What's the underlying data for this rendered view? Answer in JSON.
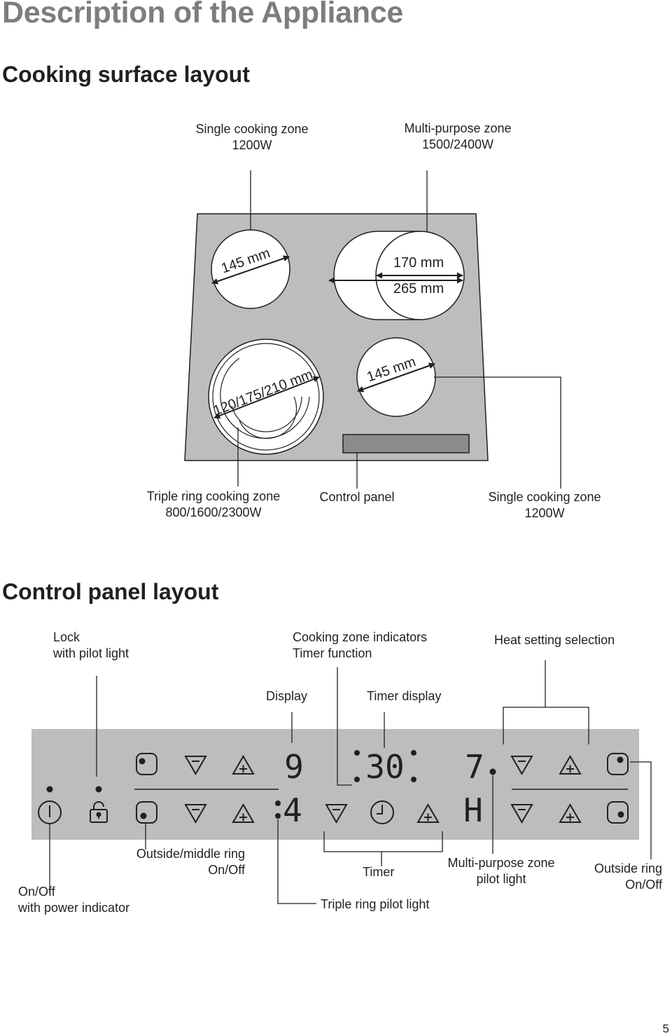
{
  "page": {
    "title": "Description of the Appliance",
    "page_number": "5"
  },
  "cooking_surface": {
    "heading": "Cooking surface layout",
    "top_left": {
      "name": "Single cooking zone",
      "power": "1200W"
    },
    "top_right": {
      "name": "Multi-purpose zone",
      "power": "1500/2400W"
    },
    "bottom_left": {
      "name": "Triple ring cooking zone",
      "power": "800/1600/2300W"
    },
    "control_panel": "Control panel",
    "bottom_right": {
      "name": "Single cooking zone",
      "power": "1200W"
    },
    "dimensions": {
      "top_left": "145 mm",
      "inner": "170 mm",
      "outer": "265 mm",
      "triple": "120/175/210 mm",
      "bottom_right": "145 mm"
    }
  },
  "control_panel_layout": {
    "heading": "Control panel layout",
    "lock": {
      "line1": "Lock",
      "line2": "with pilot light"
    },
    "indicators": {
      "line1": "Cooking zone indicators",
      "line2": "Timer function"
    },
    "heat_selection": "Heat setting selection",
    "display": "Display",
    "timer_display": "Timer display",
    "outside_middle": {
      "line1": "Outside/middle ring",
      "line2": "On/Off"
    },
    "timer": "Timer",
    "multi_pilot": {
      "line1": "Multi-purpose zone",
      "line2": "pilot light"
    },
    "outside_ring": {
      "line1": "Outside ring",
      "line2": "On/Off"
    },
    "onoff": {
      "line1": "On/Off",
      "line2": "with power indicator"
    },
    "triple_pilot": "Triple ring pilot light",
    "display_digits": {
      "top_zone": "9",
      "timer": "30",
      "right_zone": "7",
      "bottom_zone": "4",
      "bottom_right_zone": "H"
    }
  }
}
